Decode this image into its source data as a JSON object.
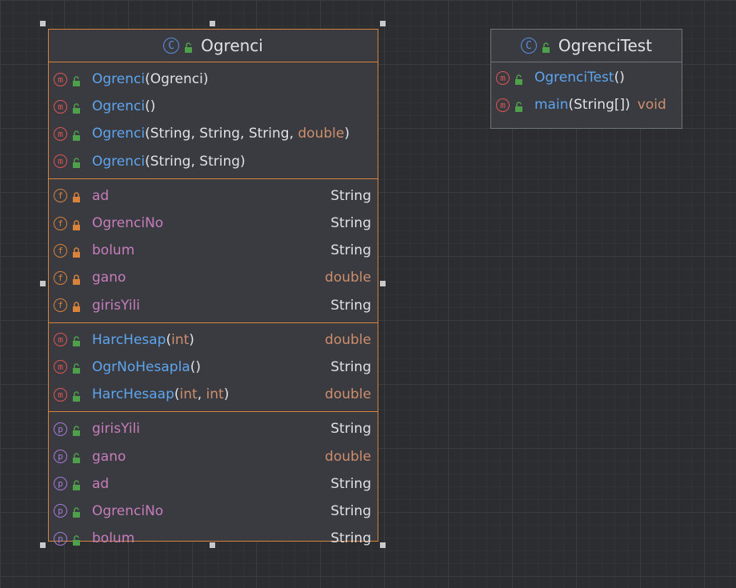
{
  "classes": [
    {
      "title": "Ogrenci",
      "constructors": [
        {
          "name": "Ogrenci",
          "params": [
            {
              "text": "Ogrenci",
              "kind": "plain"
            }
          ],
          "type": ""
        },
        {
          "name": "Ogrenci",
          "params": [],
          "type": ""
        },
        {
          "name": "Ogrenci",
          "params": [
            {
              "text": "String",
              "kind": "plain"
            },
            {
              "text": "String",
              "kind": "plain"
            },
            {
              "text": "String",
              "kind": "plain"
            },
            {
              "text": "double",
              "kind": "kw"
            }
          ],
          "type": ""
        },
        {
          "name": "Ogrenci",
          "params": [
            {
              "text": "String",
              "kind": "plain"
            },
            {
              "text": "String",
              "kind": "plain"
            }
          ],
          "type": ""
        }
      ],
      "fields": [
        {
          "name": "ad",
          "type": "String",
          "type_kind": "plain"
        },
        {
          "name": "OgrenciNo",
          "type": "String",
          "type_kind": "plain"
        },
        {
          "name": "bolum",
          "type": "String",
          "type_kind": "plain"
        },
        {
          "name": "gano",
          "type": "double",
          "type_kind": "kw"
        },
        {
          "name": "girisYili",
          "type": "String",
          "type_kind": "plain"
        }
      ],
      "methods": [
        {
          "name": "HarcHesap",
          "params": [
            {
              "text": "int",
              "kind": "kw"
            }
          ],
          "type": "double",
          "type_kind": "kw"
        },
        {
          "name": "OgrNoHesapla",
          "params": [],
          "type": "String",
          "type_kind": "plain"
        },
        {
          "name": "HarcHesaap",
          "params": [
            {
              "text": "int",
              "kind": "kw"
            },
            {
              "text": "int",
              "kind": "kw"
            }
          ],
          "type": "double",
          "type_kind": "kw"
        }
      ],
      "properties": [
        {
          "name": "girisYili",
          "type": "String",
          "type_kind": "plain"
        },
        {
          "name": "gano",
          "type": "double",
          "type_kind": "kw"
        },
        {
          "name": "ad",
          "type": "String",
          "type_kind": "plain"
        },
        {
          "name": "OgrenciNo",
          "type": "String",
          "type_kind": "plain"
        },
        {
          "name": "bolum",
          "type": "String",
          "type_kind": "plain"
        }
      ]
    },
    {
      "title": "OgrenciTest",
      "constructors": [],
      "fields": [],
      "methods": [
        {
          "name": "OgrenciTest",
          "params": [],
          "type": "",
          "type_kind": "plain"
        },
        {
          "name": "main",
          "params": [
            {
              "text": "String[]",
              "kind": "plain"
            }
          ],
          "type": "void",
          "type_kind": "kw"
        }
      ],
      "properties": []
    }
  ],
  "icons": {
    "class_badge": "C",
    "method_badge": "m",
    "field_badge": "f",
    "property_badge": "p",
    "public_icon": "unlocked-padlock",
    "private_icon": "locked-padlock"
  },
  "colors": {
    "selection_border": "#d9823b",
    "method_name": "#5ea5ef",
    "field_name": "#c77dbb",
    "keyword": "#cf8e6d",
    "text": "#dfe1e5",
    "public_lock": "#4fa04b",
    "private_lock": "#d9823b"
  }
}
